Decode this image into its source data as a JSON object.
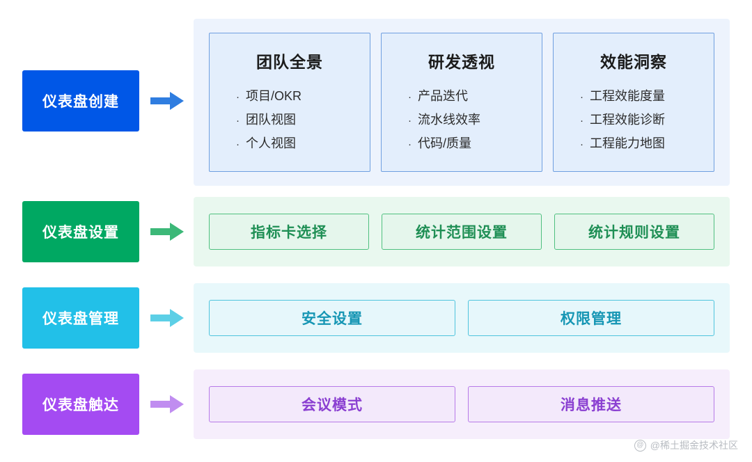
{
  "rows": [
    {
      "label": "仪表盘创建",
      "chip_color": "#0057e7",
      "arrow_color": "#2f7de0",
      "panel_color": "#edf3fd",
      "cards": [
        {
          "title": "团队全景",
          "items": [
            "项目/OKR",
            "团队视图",
            "个人视图"
          ]
        },
        {
          "title": "研发透视",
          "items": [
            "产品迭代",
            "流水线效率",
            "代码/质量"
          ]
        },
        {
          "title": "效能洞察",
          "items": [
            "工程效能度量",
            "工程效能诊断",
            "工程能力地图"
          ]
        }
      ]
    },
    {
      "label": "仪表盘设置",
      "chip_color": "#00a862",
      "arrow_color": "#3cb878",
      "panel_color": "#e9f8ef",
      "pills": [
        "指标卡选择",
        "统计范围设置",
        "统计规则设置"
      ]
    },
    {
      "label": "仪表盘管理",
      "chip_color": "#22c0e8",
      "arrow_color": "#5ccfe6",
      "panel_color": "#e8f8fb",
      "pills": [
        "安全设置",
        "权限管理"
      ]
    },
    {
      "label": "仪表盘触达",
      "chip_color": "#a44bf2",
      "arrow_color": "#c08df0",
      "panel_color": "#f6eefc",
      "pills": [
        "会议模式",
        "消息推送"
      ]
    }
  ],
  "watermark": {
    "text": "@稀土掘金技术社区",
    "icon": "at-icon"
  },
  "bullet": "·"
}
